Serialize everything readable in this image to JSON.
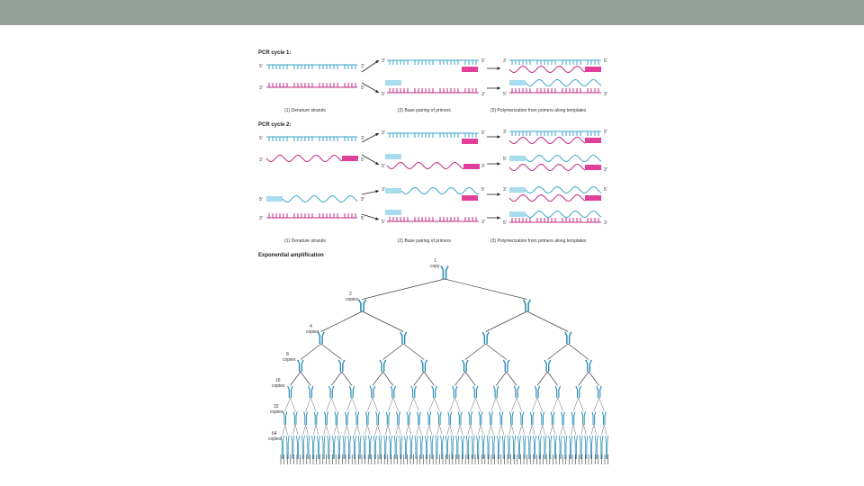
{
  "slide": {
    "top_bar_color": "#95a19a"
  },
  "colors": {
    "blue_strand": "#3aa6c9",
    "magenta_strand": "#c0287f",
    "primer_blue": "#a8dcef",
    "primer_magenta": "#e0409a",
    "tree_blue": "#2f8fb8",
    "arrow": "#222222"
  },
  "pcr_cycle_1": {
    "title": "PCR cycle 1:",
    "captions": [
      "(1) Denature strands",
      "(2) Base pairing of primers",
      "(3) Polymerization from primers along templates"
    ],
    "end_labels": {
      "five_prime": "5'",
      "three_prime": "3'"
    }
  },
  "pcr_cycle_2": {
    "title": "PCR cycle 2:",
    "captions": [
      "(1) Denature strands",
      "(2) Base pairing of primers",
      "(3) Polymerization from primers along templates"
    ]
  },
  "amplification": {
    "title": "Exponential amplification",
    "levels": [
      {
        "count": "1",
        "unit": "copy"
      },
      {
        "count": "2",
        "unit": "copies"
      },
      {
        "count": "4",
        "unit": "copies"
      },
      {
        "count": "8",
        "unit": "copies"
      },
      {
        "count": "16",
        "unit": "copies"
      },
      {
        "count": "32",
        "unit": "copies"
      },
      {
        "count": "64",
        "unit": "copies"
      }
    ]
  }
}
